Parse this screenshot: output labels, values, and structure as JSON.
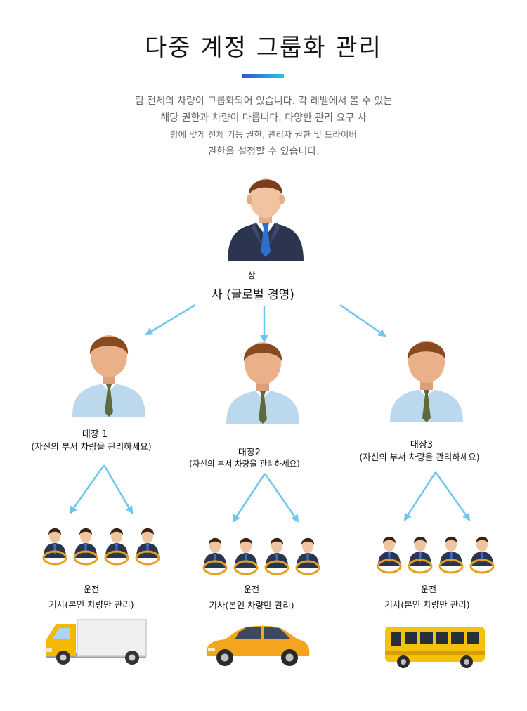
{
  "title": "다중 계정 그룹화 관리",
  "intro": [
    "팀 전체의 차량이 그룹화되어 있습니다. 각 레벨에서 볼 수 있는",
    "해당 권한과 차량이 다릅니다. 다양한 관리 요구 사",
    "항에 맞게 전체 기능 권한, 관리자 권한 및 드라이버",
    "권한을 설정할 수 있습니다."
  ],
  "ceo": {
    "line1": "상",
    "line2": "사 (글로벌 경영)"
  },
  "departments": [
    {
      "name": "대장 1",
      "desc": "(자신의 부서 차량을 관리하세요)"
    },
    {
      "name": "대장2",
      "desc": "(자신의 부서 차량을 관리하세요)"
    },
    {
      "name": "대장3",
      "desc": "(자신의 부서 차량을 관리하세요)"
    }
  ],
  "drivers": [
    {
      "name": "운전",
      "desc": "기사(본인 차량만 관리)"
    },
    {
      "name": "운전",
      "desc": "기사(본인 차량만 관리)"
    },
    {
      "name": "운전",
      "desc": "기사(본인 차량만 관리)"
    }
  ],
  "vehicles": [
    "truck-icon",
    "car-icon",
    "bus-icon"
  ],
  "colors": {
    "arrow": "#6ec6ee",
    "title_bar_start": "#2f56d8",
    "title_bar_end": "#26c2e6",
    "truck": "#f5b800",
    "car": "#f3a51d",
    "bus": "#f2c20c",
    "suit": "#2b3550",
    "tie": "#2f6fd0",
    "hair": "#7a3d1c",
    "skin": "#f0c4a0"
  }
}
